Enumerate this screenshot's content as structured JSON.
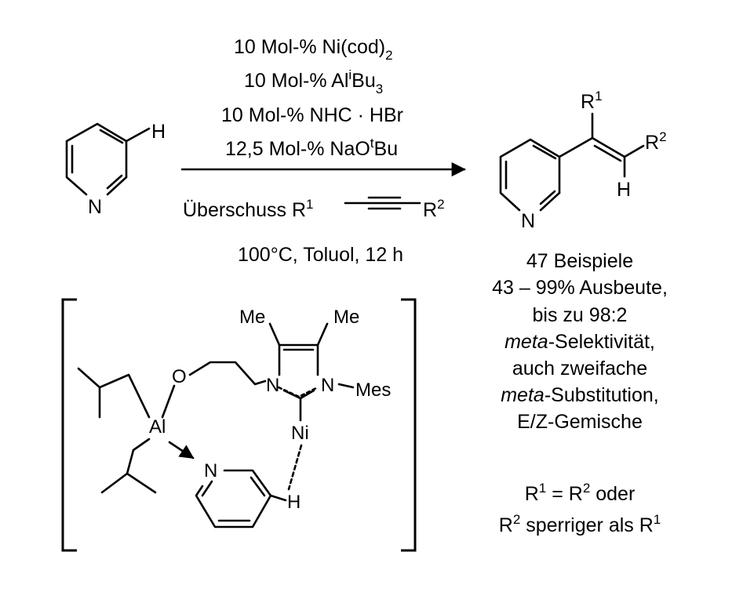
{
  "conditions": {
    "line1_pre": "10 Mol-% Ni(cod)",
    "line1_sub": "2",
    "line2_pre": "10 Mol-% Al",
    "line2_sup": "i",
    "line2_mid": "Bu",
    "line2_sub": "3",
    "line3": "10 Mol-% NHC · HBr",
    "line4_pre": "12,5 Mol-% NaO",
    "line4_sup": "t",
    "line4_post": "Bu",
    "alkyne_pre": "Überschuss R",
    "alkyne_sup1": "1",
    "alkyne_r2": "R",
    "alkyne_sup2": "2",
    "temp": "100°C, Toluol, 12 h"
  },
  "reactant": {
    "n": "N",
    "h": "H"
  },
  "product": {
    "n": "N",
    "r1": "R",
    "r1_sup": "1",
    "r2": "R",
    "r2_sup": "2",
    "h": "H"
  },
  "results": {
    "lines": [
      "47 Beispiele",
      "43 – 99% Ausbeute,",
      "bis zu 98:2",
      "-Selektivität,",
      "auch zweifache",
      "-Substitution,",
      "E/Z-Gemische"
    ],
    "italic_word": "meta",
    "r_line1": {
      "r1": "R",
      "sup1": "1",
      "mid": " = R",
      "sup2": "2",
      "post": " oder"
    },
    "r_line2": {
      "r2": "R",
      "sup2": "2",
      "mid": " sperriger als R",
      "sup1": "1"
    }
  },
  "intermediate": {
    "me1": "Me",
    "me2": "Me",
    "o": "O",
    "n1": "N",
    "n2": "N",
    "mes": "Mes",
    "al": "Al",
    "ni": "Ni",
    "n_py": "N",
    "h": "H"
  }
}
